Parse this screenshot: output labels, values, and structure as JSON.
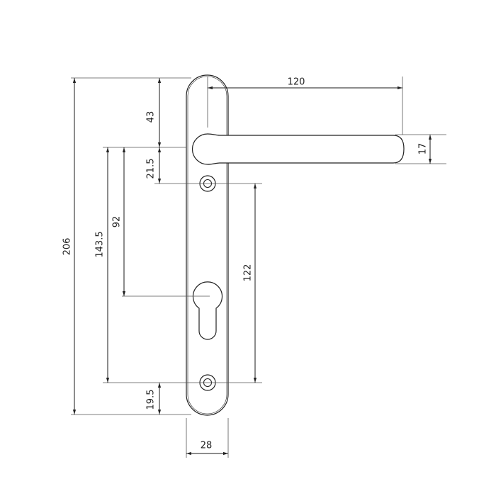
{
  "dimensions": {
    "total_height": "206",
    "handle_to_bottom_screw": "143.5",
    "handle_to_keyhole": "92",
    "top_to_handle": "43",
    "handle_to_top_screw": "21.5",
    "bottom_screw_to_bottom": "19.5",
    "screw_spacing": "122",
    "handle_length": "120",
    "handle_thickness": "17",
    "plate_width": "28"
  }
}
